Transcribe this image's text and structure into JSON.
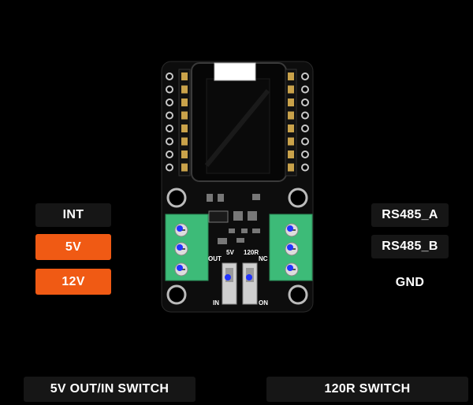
{
  "left_labels": {
    "int": "INT",
    "v5": "5V",
    "v12": "12V"
  },
  "right_labels": {
    "rs485a": "RS485_A",
    "rs485b": "RS485_B",
    "gnd": "GND"
  },
  "bottom_labels": {
    "switch_5v": "5V OUT/IN SWITCH",
    "switch_120r": "120R SWITCH"
  },
  "silkscreen": {
    "out": "OUT",
    "v5": "5V",
    "r120": "120R",
    "nc": "NC",
    "in": "IN",
    "on": "ON"
  },
  "colors": {
    "background": "#000000",
    "label_dark": "#161616",
    "label_highlight": "#f05a14",
    "terminal": "#3dbb78",
    "pcb": "#0d0d0d",
    "header_pin": "#c9a24a",
    "marker_dot": "#2233ff"
  }
}
